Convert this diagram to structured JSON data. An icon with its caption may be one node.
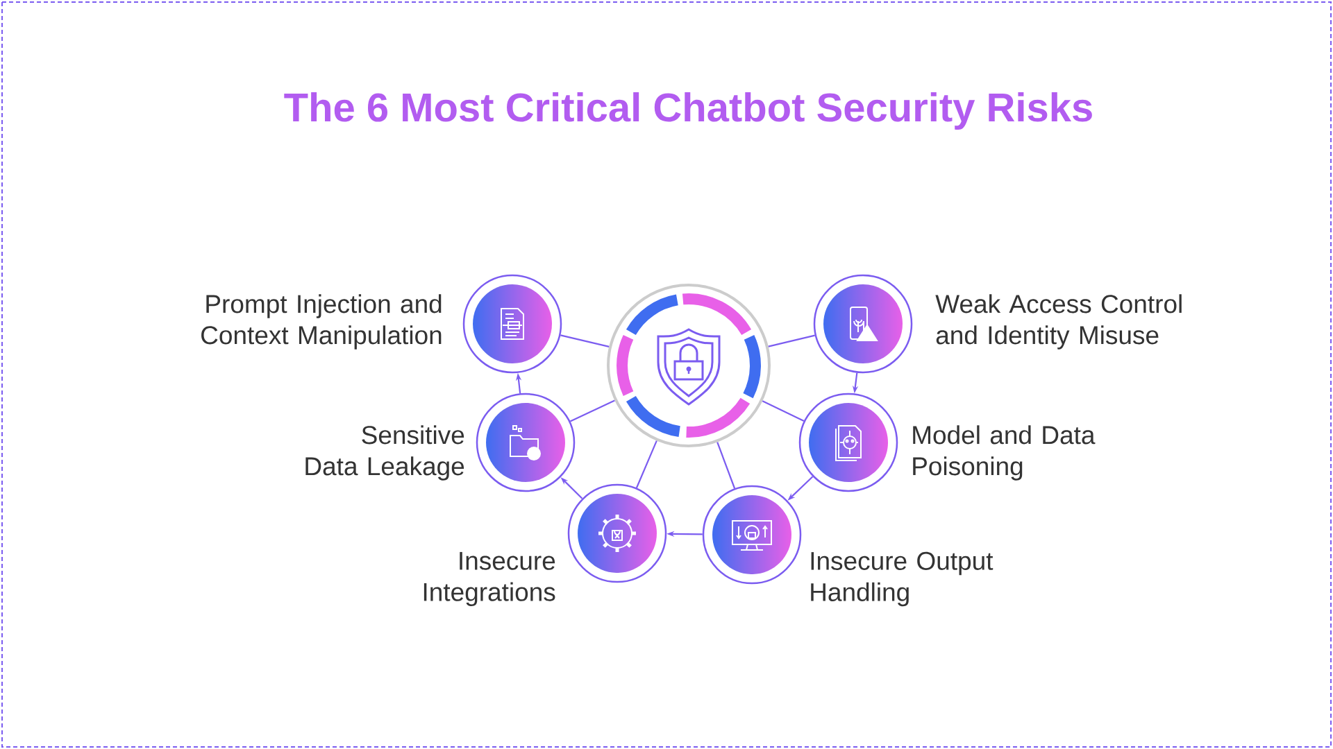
{
  "diagram": {
    "title": "The 6 Most Critical Chatbot Security Risks",
    "nodes": [
      {
        "text": [],
        "shape": "circle"
      },
      {
        "text": [
          "Prompt Injection and Context Manipulation"
        ]
      },
      {
        "text": [
          "Weak Access Control and Identity Misuse"
        ]
      },
      {
        "text": [
          "Sensitive Data Leakage"
        ]
      },
      {
        "text": [
          "Model and Data Poisoning"
        ]
      },
      {
        "text": [
          "Insecure Integrations"
        ]
      },
      {
        "text": [
          "Insecure Output Handling"
        ]
      }
    ],
    "edges": [
      {
        "from": 0,
        "to": 1,
        "arrow": "none"
      },
      {
        "from": 0,
        "to": 2,
        "arrow": "none"
      },
      {
        "from": 0,
        "to": 3,
        "arrow": "none"
      },
      {
        "from": 0,
        "to": 4,
        "arrow": "none"
      },
      {
        "from": 0,
        "to": 5,
        "arrow": "none"
      },
      {
        "from": 0,
        "to": 6,
        "arrow": "none"
      },
      {
        "from": 2,
        "to": 4,
        "arrow": "to"
      },
      {
        "from": 4,
        "to": 6,
        "arrow": "to"
      },
      {
        "from": 6,
        "to": 5,
        "arrow": "to"
      },
      {
        "from": 5,
        "to": 3,
        "arrow": "to"
      },
      {
        "from": 3,
        "to": 1,
        "arrow": "to"
      }
    ]
  }
}
